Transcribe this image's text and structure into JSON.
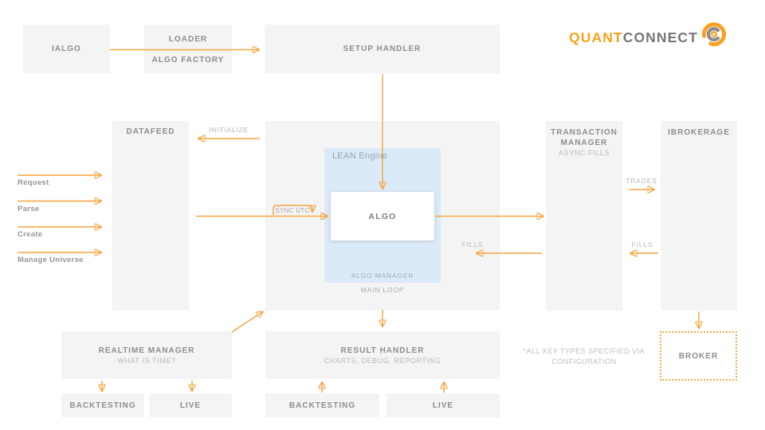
{
  "colors": {
    "accent_orange": "#F5A43C",
    "logo_orange": "#F9A11B",
    "logo_gray": "#75777A",
    "box_gray": "#f4f4f5",
    "lean_blue": "#dbeaf8"
  },
  "logo": {
    "quant": "QUANT",
    "connect": "CONNECT",
    "icon": "quantconnect-swirl-icon"
  },
  "top_row": {
    "ialgo": "IALGO",
    "loader_top": "LOADER",
    "loader_bottom": "ALGO FACTORY",
    "setup_handler": "SETUP HANDLER"
  },
  "left_labels": [
    "Request",
    "Parse",
    "Create",
    "Manage Universe"
  ],
  "mid_row": {
    "datafeed": "DATAFEED",
    "initialize": "INITIALIZE",
    "lean_engine": "LEAN Engine",
    "sync_utc": "SYNC UTC",
    "algo": "ALGO",
    "algo_manager": "ALGO MANAGER",
    "main_loop": "MAIN LOOP",
    "fills_left": "FILLS",
    "transaction_manager": "TRANSACTION MANAGER",
    "async_fills": "ASYNC FILLS",
    "trades": "TRADES",
    "fills_right": "FILLS",
    "ibrokerage": "IBROKERAGE"
  },
  "bottom_row": {
    "realtime_manager": "REALTIME MANAGER",
    "what_is_time": "WHAT IS TIME?",
    "backtesting_left": "BACKTESTING",
    "live_left": "LIVE",
    "result_handler": "RESULT HANDLER",
    "charts_debug_reporting": "CHARTS, DEBUG, REPORTING",
    "backtesting_right": "BACKTESTING",
    "live_right": "LIVE",
    "note_line1": "*ALL KEY TYPES SPECIFIED VIA",
    "note_line2": "CONFIGURATION",
    "broker": "BROKER"
  }
}
